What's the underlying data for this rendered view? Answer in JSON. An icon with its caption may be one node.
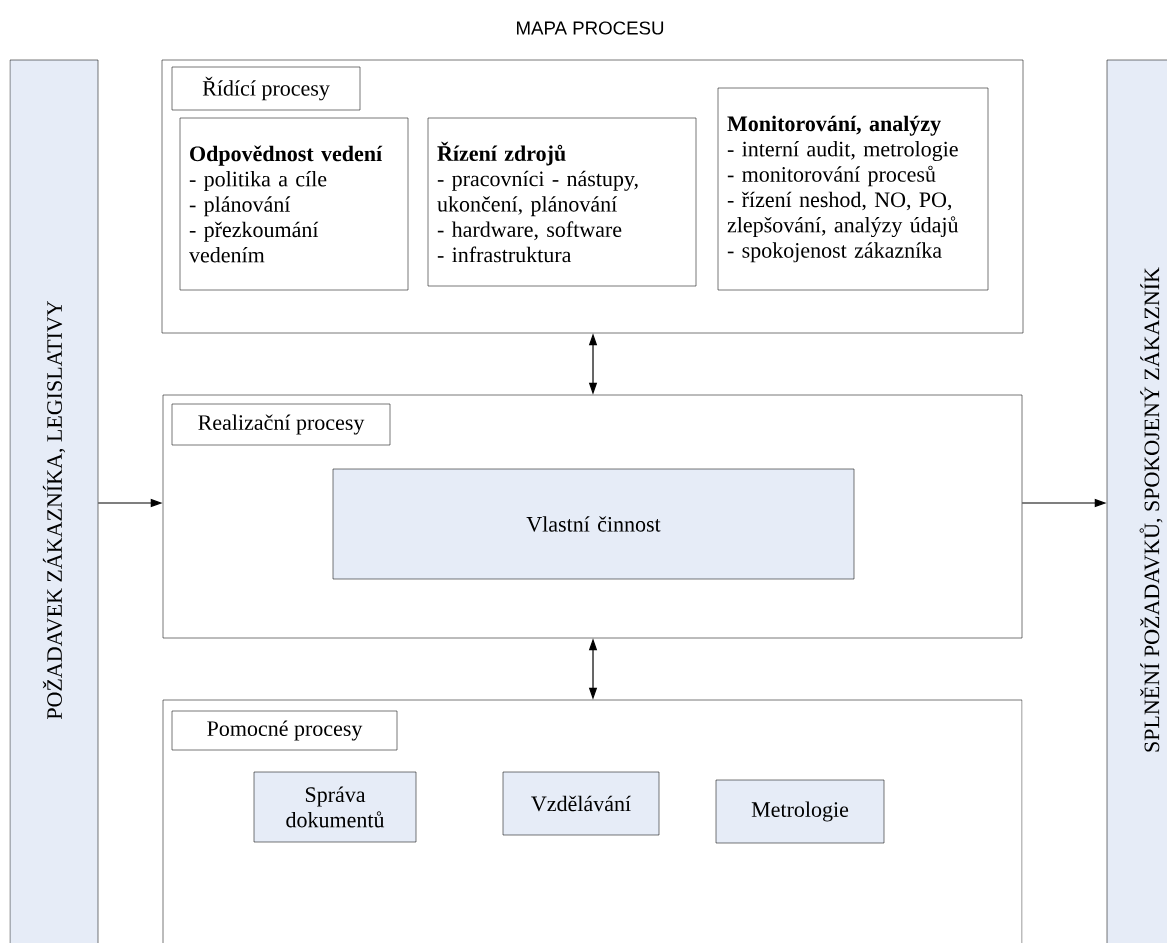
{
  "diagram": {
    "title": "MAPA PROCESU",
    "nodes": [
      {
        "text": [
          "POŽADAVEK ZÁKAZNÍKA, LEGISLATIVY"
        ]
      },
      {
        "text": [
          "Řídící procesy"
        ]
      },
      {
        "text": [
          "Odpovědnost vedení",
          "- politika a cíle",
          "- plánování",
          "- přezkoumání vedením"
        ],
        "in": 1
      },
      {
        "text": [
          "Řízení zdrojů",
          "- pracovníci - nástupy, ukončení, plánování",
          "- hardware, software",
          "- infrastruktura"
        ],
        "in": 1
      },
      {
        "text": [
          "Monitorování, analýzy",
          "- interní audit, metrologie",
          "- monitorování procesů",
          "- řízení neshod, NO, PO, zlepšování, analýzy údajů",
          "- spokojenost zákazníka"
        ],
        "in": 1
      },
      {
        "text": [
          "Realizační procesy"
        ]
      },
      {
        "text": [
          "Vlastní činnost"
        ],
        "in": 5
      },
      {
        "text": [
          "Pomocné procesy"
        ]
      },
      {
        "text": [
          "Správa dokumentů"
        ],
        "in": 7
      },
      {
        "text": [
          "Vzdělávání"
        ],
        "in": 7
      },
      {
        "text": [
          "Metrologie"
        ],
        "in": 7
      },
      {
        "text": [
          "SPLNĚNÍ POŽADAVKŮ, SPOKOJENÝ ZÁKAZNÍK"
        ]
      }
    ],
    "edges": [
      {
        "from": 1,
        "to": 5,
        "arrow": "both"
      },
      {
        "from": 0,
        "to": 5,
        "arrow": "to"
      },
      {
        "from": 5,
        "to": 11,
        "arrow": "to"
      },
      {
        "from": 5,
        "to": 7,
        "arrow": "both"
      }
    ]
  }
}
